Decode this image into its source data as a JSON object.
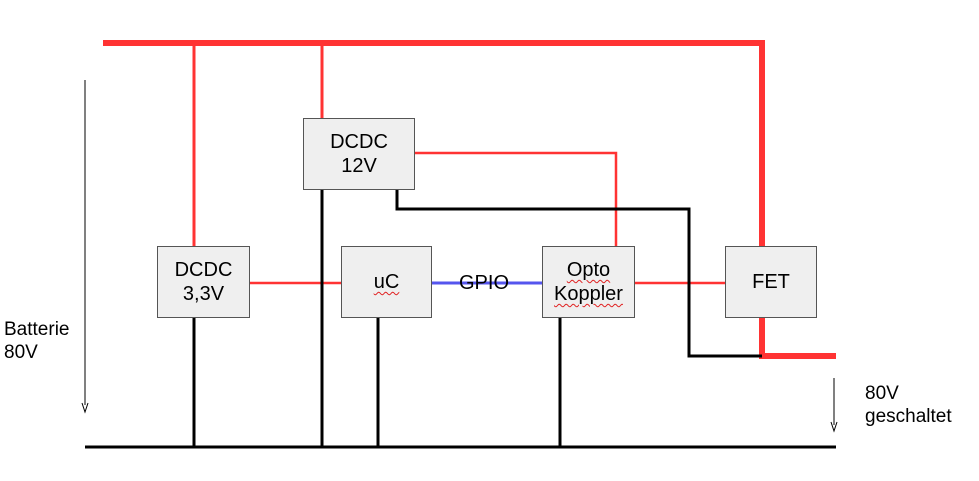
{
  "blocks": {
    "dcdc12": {
      "line1": "DCDC",
      "line2": "12V"
    },
    "dcdc33": {
      "line1": "DCDC",
      "line2": "3,3V"
    },
    "uc": {
      "line1": "uC"
    },
    "opto": {
      "line1": "Opto",
      "line2": "Koppler"
    },
    "fet": {
      "line1": "FET"
    }
  },
  "labels": {
    "gpio": "GPIO",
    "battery_line1": "Batterie",
    "battery_line2": "80V",
    "switched_line1": "80V",
    "switched_line2": "geschaltet"
  },
  "colors": {
    "positive_wire": "#ff3333",
    "ground_wire": "#000000",
    "signal_wire": "#5555ee",
    "block_fill": "#efefef"
  }
}
